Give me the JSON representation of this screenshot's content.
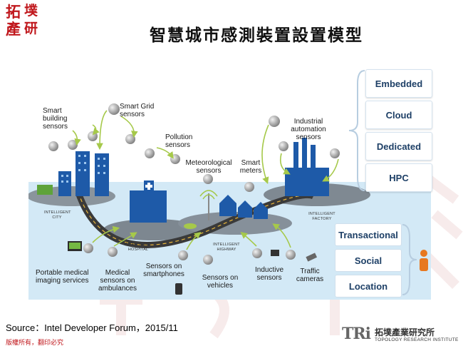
{
  "title": "智慧城市感測裝置設置模型",
  "logo": {
    "chars": [
      "拓",
      "墣",
      "產",
      "研"
    ]
  },
  "side_buttons": [
    "Embedded",
    "Cloud",
    "Dedicated",
    "HPC"
  ],
  "right_buttons": [
    "Transactional",
    "Social",
    "Location"
  ],
  "labels": {
    "smart_building": "Smart building sensors",
    "smart_grid": "Smart Grid sensors",
    "pollution": "Pollution sensors",
    "meteorological": "Meteorological sensors",
    "smart_meters": "Smart meters",
    "industrial": "Industrial automation sensors",
    "portable_medical": "Portable medical imaging services",
    "medical_ambulances": "Medical sensors on ambulances",
    "smartphones": "Sensors on smartphones",
    "vehicles": "Sensors on vehicles",
    "inductive": "Inductive sensors",
    "traffic": "Traffic cameras"
  },
  "zones": {
    "city": "INTELLIGENT CITY",
    "hospital": "INTELLIGENT HOSPITAL",
    "highway": "INTELLIGENT HIGHWAY",
    "factory": "INTELLIGENT FACTORY"
  },
  "source": "Source：Intel  Developer Forum，2015/11",
  "copyright": "版權所有，翻印必究",
  "company": {
    "mark": "TRi",
    "name_zh": "拓墣產業研究所",
    "name_en": "TOPOLOGY RESEARCH INSTITUTE"
  },
  "colors": {
    "brand_red": "#c0171c",
    "button_text": "#1d3f66",
    "building": "#1e5aa8",
    "platform": "#7a8692",
    "sensor_arrow": "#a6c94a",
    "person": "#e7781f"
  }
}
